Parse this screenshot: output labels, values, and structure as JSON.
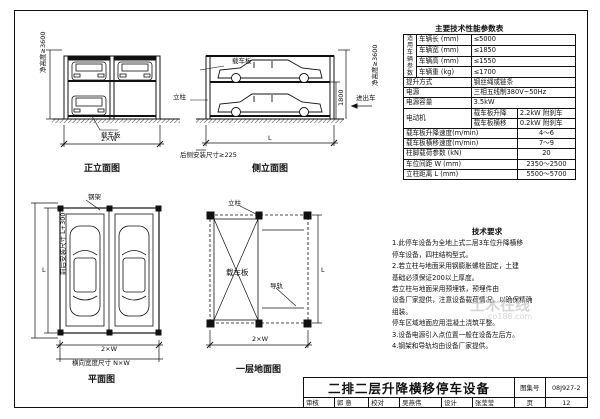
{
  "views": {
    "front_label": "正立面图",
    "side_label": "侧立面图",
    "plan_label": "平面图",
    "floor_label": "一层地面图"
  },
  "labels": {
    "clear_height_1": "净高度≥3600",
    "clear_height_2": "净高度≥3600",
    "platform": "载车板",
    "platform2": "载车板",
    "platform3": "载车板",
    "column": "立柱",
    "column2": "立柱",
    "steel_frame": "钢架",
    "rail": "导轨",
    "entry": "进出车",
    "dim_1800": "1800",
    "dim_2w_front": "2×W",
    "dim_L_side": "L",
    "rear_install": "后侧安装尺寸≥225",
    "plan_L": "L",
    "plan_depth": "前后安装尺寸 L+300",
    "plan_2w": "2×W",
    "plan_width": "横向宽度尺寸 N×W",
    "floor_L": "L",
    "floor_2w": "2×W"
  },
  "spec_table": {
    "title": "主要技术性能参数表",
    "vehicle_group": "适用车辆参数",
    "vehicle_rows": [
      {
        "label": "车辆长 (mm)",
        "value": "≤5000"
      },
      {
        "label": "车辆宽 (mm)",
        "value": "≤1850"
      },
      {
        "label": "车辆高 (mm)",
        "value": "≤1550"
      },
      {
        "label": "车辆重 (kg)",
        "value": "≤1700"
      }
    ],
    "drive_label": "提升方式",
    "drive_value": "钢丝绳或链条",
    "power_label": "电源",
    "power_value": "三相五线制380V~50Hz",
    "capacity_label": "电源容量",
    "capacity_value": "3.5kW",
    "motor_label": "电动机",
    "motor_rows": [
      {
        "label": "载车板升降",
        "value": "2.2kW",
        "note": "附刹车"
      },
      {
        "label": "载车板横移",
        "value": "0.2kW",
        "note": "附刹车"
      }
    ],
    "other_rows": [
      {
        "label": "载车板升降速度(m/min)",
        "value": "4～6"
      },
      {
        "label": "载车板横移速度(m/min)",
        "value": "7～9"
      },
      {
        "label": "柱脚载荷参数 (kN)",
        "value": "20"
      },
      {
        "label": "车位间距 W (mm)",
        "value": "2350～2500"
      },
      {
        "label": "立柱距离 L (mm)",
        "value": "5500～5700"
      }
    ]
  },
  "tech": {
    "title": "技术要求",
    "items": [
      "1.此停车设备为全地上式二层3车位升降横移",
      "停车设备，四柱结构型式。",
      "2.若立柱与地面采用钢膨胀螺栓固定，土建",
      "基础必须保证200以上厚度。",
      "若立柱与地面采用预埋铁，预埋件由",
      "设备厂家提供，注意设备载荷情况，以确保精确",
      "组装。",
      "停车区域地面应用混凝土浇筑平整。",
      "3.设备电源引入点位置一般在设备左后方。",
      "4.钢架和导轨均由设备厂家提供。"
    ]
  },
  "title_bar": {
    "title": "二排二层升降横移停车设备",
    "atlas_label": "图集号",
    "atlas_no": "08J927-2",
    "review": "审核",
    "review_name": "郭 意",
    "check": "校对",
    "check_name": "吴燕伟",
    "design": "设计",
    "design_name": "张莹莹",
    "page_label": "页",
    "page_no": "12"
  },
  "watermark": {
    "text": "土木在线",
    "sub": "co188.com"
  }
}
